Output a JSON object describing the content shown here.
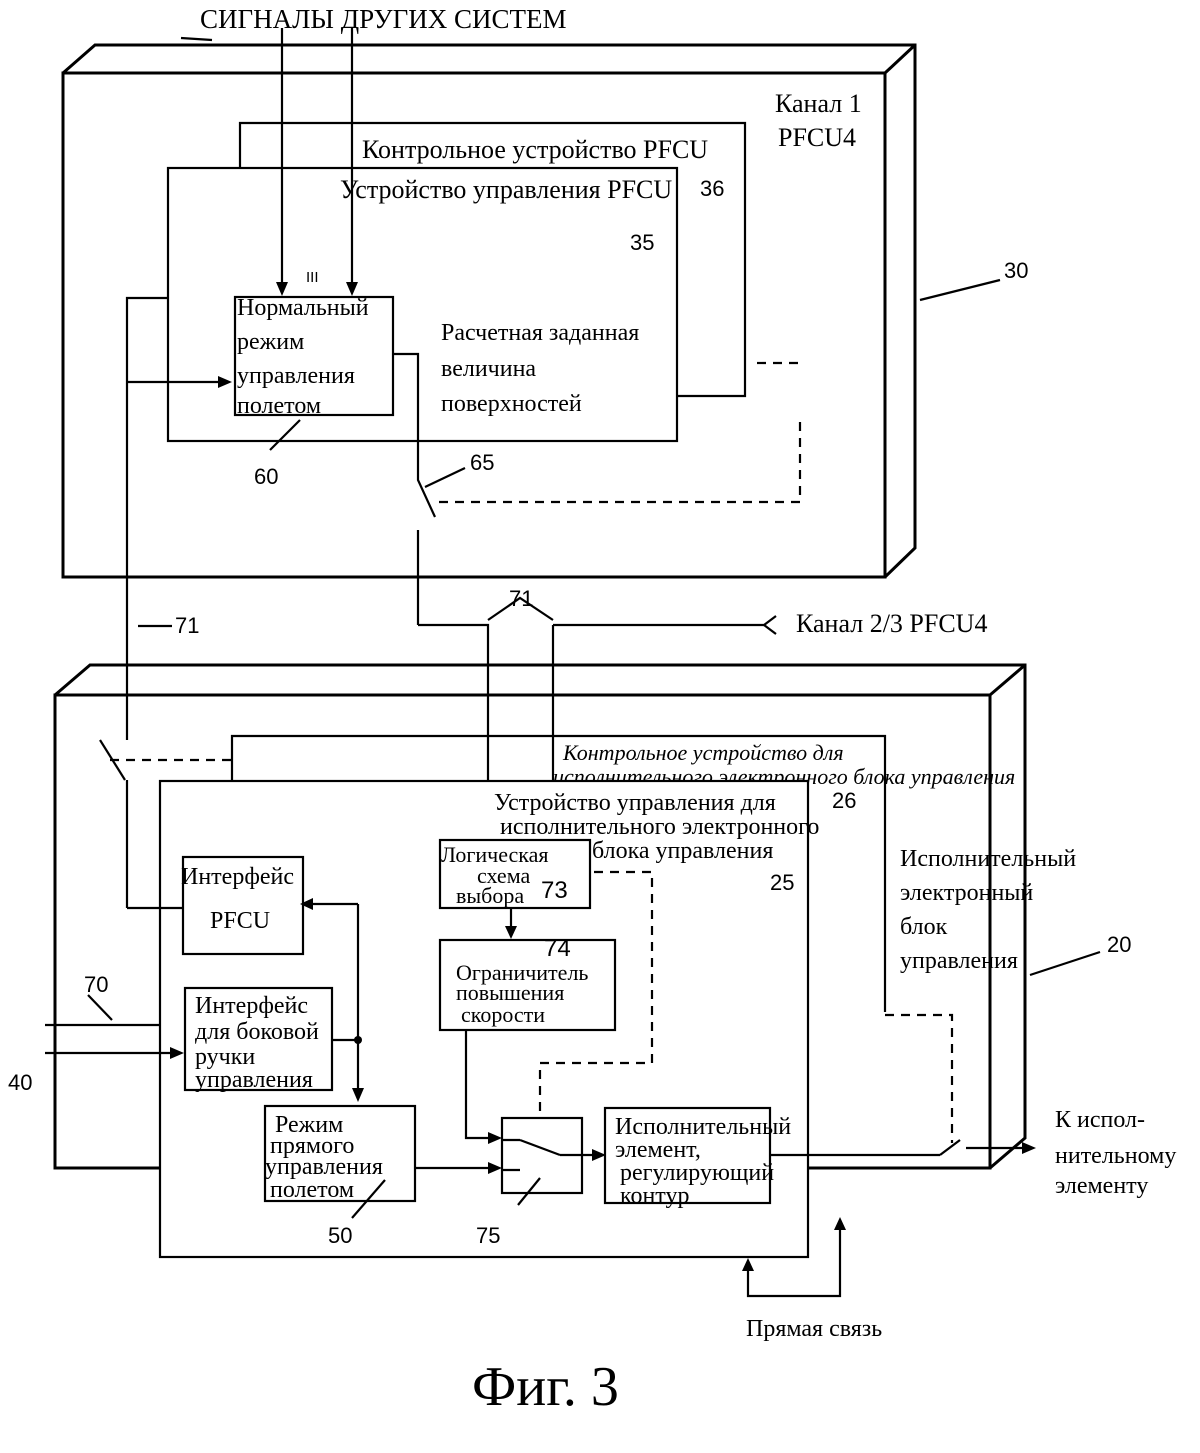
{
  "figure_caption": "Фиг. 3",
  "top_signals_label": "СИГНАЛЫ ДРУГИХ СИСТЕМ",
  "channel1": {
    "label_line1": "Канал 1",
    "label_line2": "PFCU4",
    "ref": "30"
  },
  "pfcu_monitor": {
    "label": "Контрольное устройство PFCU",
    "ref": "36"
  },
  "pfcu_control": {
    "label": "Устройство управления PFCU",
    "ref": "35"
  },
  "normal_mode": {
    "lines": [
      "Нормальный",
      "режим",
      "управления",
      "полетом"
    ],
    "ref": "60",
    "input_marks": "III"
  },
  "surfaces": {
    "lines": [
      "Расчетная заданная",
      "величина",
      "поверхностей"
    ]
  },
  "switch65_ref": "65",
  "ref71": "71",
  "ref71_center": "71",
  "channel23_label": "Канал 2/3 PFCU4",
  "eu_monitor": {
    "lines": [
      "Контрольное устройство для",
      "исполнительного электронного блока управления"
    ]
  },
  "eu_control": {
    "lines": [
      "Устройство управления для",
      "исполнительного электронного",
      "блока управления"
    ],
    "ref26": "26",
    "ref25": "25"
  },
  "actuator_unit": {
    "lines": [
      "Исполнительный",
      "электронный",
      "блок",
      "управления"
    ],
    "ref": "20"
  },
  "logic": {
    "lines": [
      "Логическая",
      "схема",
      "выбора"
    ],
    "ref": "73"
  },
  "limiter": {
    "lines": [
      "Ограничитель",
      "повышения",
      "скорости"
    ],
    "ref": "74"
  },
  "pfcu_interface": {
    "line1": "Интерфейс",
    "line2": "PFCU"
  },
  "sidestick_interface": {
    "lines": [
      "Интерфейс",
      "для боковой",
      "ручки",
      "управления"
    ]
  },
  "direct_mode": {
    "lines": [
      "Режим",
      "прямого",
      "управления",
      "полетом"
    ],
    "ref": "50"
  },
  "switch75_ref": "75",
  "servo_loop": {
    "lines": [
      "Исполнительный",
      "элемент,",
      "регулирующий",
      "контур"
    ]
  },
  "output_label": {
    "lines": [
      "К испол-",
      "нительному",
      "элементу"
    ]
  },
  "direct_link_label": "Прямая связь",
  "ref70": "70",
  "ref40": "40"
}
